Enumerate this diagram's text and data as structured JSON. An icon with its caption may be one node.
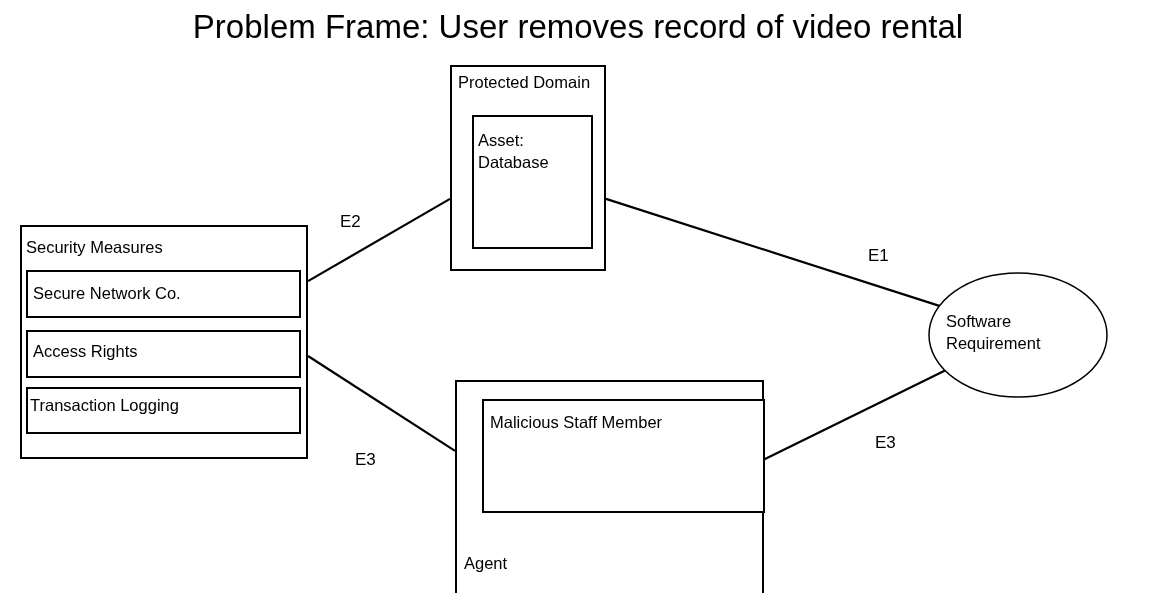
{
  "diagram": {
    "title": "Problem Frame: User removes record of video rental",
    "nodes": [
      {
        "text": [
          "Protected Domain"
        ]
      },
      {
        "text": [
          "Asset: Database"
        ],
        "in": 0
      },
      {
        "text": [
          "Security Measures"
        ]
      },
      {
        "text": [
          "Secure Network Co."
        ],
        "in": 2
      },
      {
        "text": [
          "Access Rights"
        ],
        "in": 2
      },
      {
        "text": [
          "Transaction Logging"
        ],
        "in": 2
      },
      {
        "text": [
          "Agent"
        ]
      },
      {
        "text": [
          "Malicious Staff Member"
        ],
        "in": 6
      },
      {
        "text": [
          "Software Requirement"
        ]
      }
    ],
    "edges": [
      {
        "from": 2,
        "to": 0,
        "arrow": "none",
        "label": "E2"
      },
      {
        "from": 0,
        "to": 8,
        "arrow": "none",
        "label": "E1"
      },
      {
        "from": 2,
        "to": 6,
        "arrow": "none",
        "label": "E3"
      },
      {
        "from": 6,
        "to": 8,
        "arrow": "none",
        "label": "E3"
      }
    ]
  }
}
